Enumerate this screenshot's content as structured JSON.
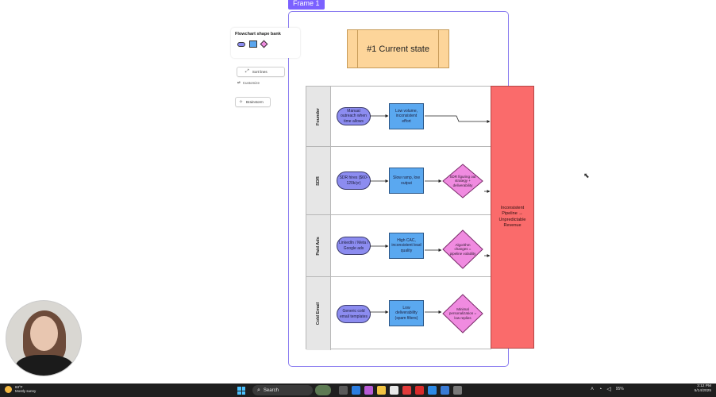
{
  "frame": {
    "label": "Frame 1"
  },
  "shape_bank": {
    "title": "Flowchart shape bank"
  },
  "toolbar": {
    "sort_arrows_label": "Sort lines",
    "customize_label": "Customize",
    "brainstorm_label": "Brainstorm"
  },
  "title_card": "#1 Current state",
  "lanes": [
    {
      "label": "Founder",
      "start": "Manual outreach when time allows",
      "middle": "Low volume, inconsistent effort",
      "decision": ""
    },
    {
      "label": "SDR",
      "start": "SDR hires ($60-120k/yr)",
      "middle": "Slow ramp, low output",
      "decision": "SDR figuring out strategy + deliverability"
    },
    {
      "label": "Paid Ads",
      "start": "LinkedIn / Meta / Google ads",
      "middle": "High CAC, inconsistent lead quality",
      "decision": "Algorithm changes = pipeline volatility"
    },
    {
      "label": "Cold Email",
      "start": "Generic cold email templates",
      "middle": "Low deliverability (spam filters)",
      "decision": "Minimal personalization = low replies"
    }
  ],
  "outcome": "Inconsistent Pipeline → Unpredictable Revenue",
  "taskbar": {
    "weather_temp": "63°F",
    "weather_desc": "Mostly sunny",
    "search_label": "Search",
    "time": "3:12 PM",
    "date": "5/14/2025",
    "battery": "95%"
  },
  "colors": {
    "frame_accent": "#7b61ff",
    "start_shape": "#8c8cf0",
    "process_shape": "#5aa8f0",
    "decision_shape": "#f08be0",
    "outcome_shape": "#fa6b6b",
    "title_card": "#fdd59a"
  },
  "icons": [
    "sort-lines-icon",
    "customize-icon",
    "brainstorm-icon",
    "cursor-icon",
    "windows-logo-icon",
    "search-icon",
    "weather-sun-icon"
  ]
}
